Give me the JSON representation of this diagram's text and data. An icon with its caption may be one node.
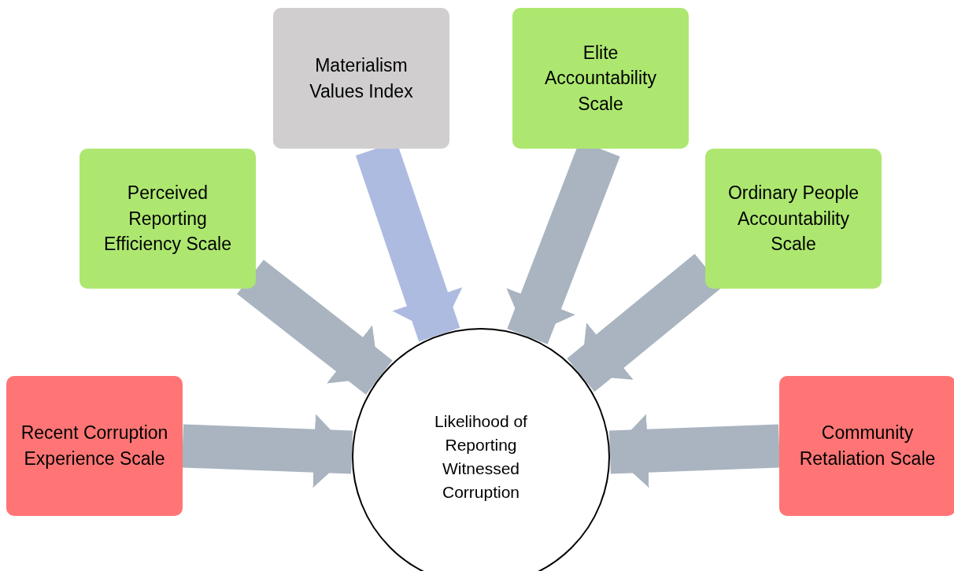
{
  "diagram": {
    "nodes": [
      {
        "text": [
          "Recent Corruption Experience Scale"
        ]
      },
      {
        "text": [
          "Perceived Reporting Efficiency Scale"
        ]
      },
      {
        "text": [
          "Materialism Values Index"
        ]
      },
      {
        "text": [
          "Elite Accountability Scale"
        ]
      },
      {
        "text": [
          "Ordinary People Accountability Scale"
        ]
      },
      {
        "text": [
          "Community Retaliation Scale"
        ]
      },
      {
        "text": [
          "Likelihood of Reporting Witnessed Corruption"
        ]
      }
    ],
    "edges": [
      {
        "from": 0,
        "to": 6,
        "arrow": "to"
      },
      {
        "from": 1,
        "to": 6,
        "arrow": "to"
      },
      {
        "from": 2,
        "to": 6,
        "arrow": "to",
        "color": "#adbbe0"
      },
      {
        "from": 3,
        "to": 6,
        "arrow": "to"
      },
      {
        "from": 4,
        "to": 6,
        "arrow": "to"
      },
      {
        "from": 5,
        "to": 6,
        "arrow": "to"
      }
    ]
  }
}
